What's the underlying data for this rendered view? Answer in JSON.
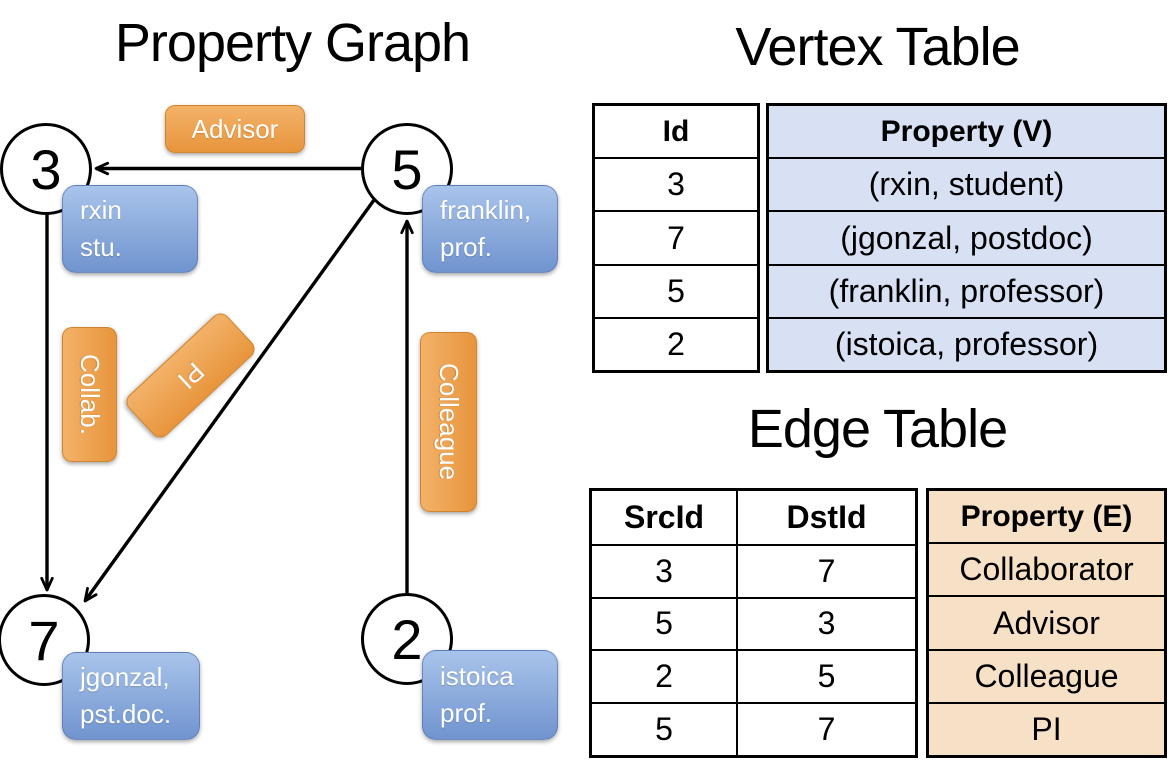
{
  "titles": {
    "graph": "Property Graph",
    "vertex": "Vertex Table",
    "edge": "Edge Table"
  },
  "graph": {
    "nodes": [
      {
        "id": "3"
      },
      {
        "id": "5"
      },
      {
        "id": "7"
      },
      {
        "id": "2"
      }
    ],
    "vertex_boxes": [
      {
        "line1": "rxin",
        "line2": "stu."
      },
      {
        "line1": "franklin,",
        "line2": "prof."
      },
      {
        "line1": "jgonzal,",
        "line2": "pst.doc."
      },
      {
        "line1": "istoica",
        "line2": "prof."
      }
    ],
    "edge_labels": {
      "advisor": "Advisor",
      "collab": "Collab.",
      "pi": "PI",
      "colleague": "Colleague"
    },
    "edges": [
      {
        "src": "5",
        "dst": "3",
        "label": "Advisor"
      },
      {
        "src": "3",
        "dst": "7",
        "label": "Collab."
      },
      {
        "src": "5",
        "dst": "7",
        "label": "PI"
      },
      {
        "src": "2",
        "dst": "5",
        "label": "Colleague"
      }
    ]
  },
  "vertex_table": {
    "headers": {
      "id": "Id",
      "property": "Property (V)"
    },
    "rows": [
      {
        "id": "3",
        "property": "(rxin, student)"
      },
      {
        "id": "7",
        "property": "(jgonzal, postdoc)"
      },
      {
        "id": "5",
        "property": "(franklin, professor)"
      },
      {
        "id": "2",
        "property": "(istoica, professor)"
      }
    ]
  },
  "edge_table": {
    "headers": {
      "src": "SrcId",
      "dst": "DstId",
      "property": "Property (E)"
    },
    "rows": [
      {
        "src": "3",
        "dst": "7",
        "property": "Collaborator"
      },
      {
        "src": "5",
        "dst": "3",
        "property": "Advisor"
      },
      {
        "src": "2",
        "dst": "5",
        "property": "Colleague"
      },
      {
        "src": "5",
        "dst": "7",
        "property": "PI"
      }
    ]
  },
  "colors": {
    "orange_top": "#F3B269",
    "orange_bottom": "#E8953C",
    "blue_top": "#A9C4EB",
    "blue_bottom": "#7094CF",
    "vertex_fill": "#D7E1F3",
    "edge_fill": "#F7E1C6",
    "line": "#000000"
  }
}
